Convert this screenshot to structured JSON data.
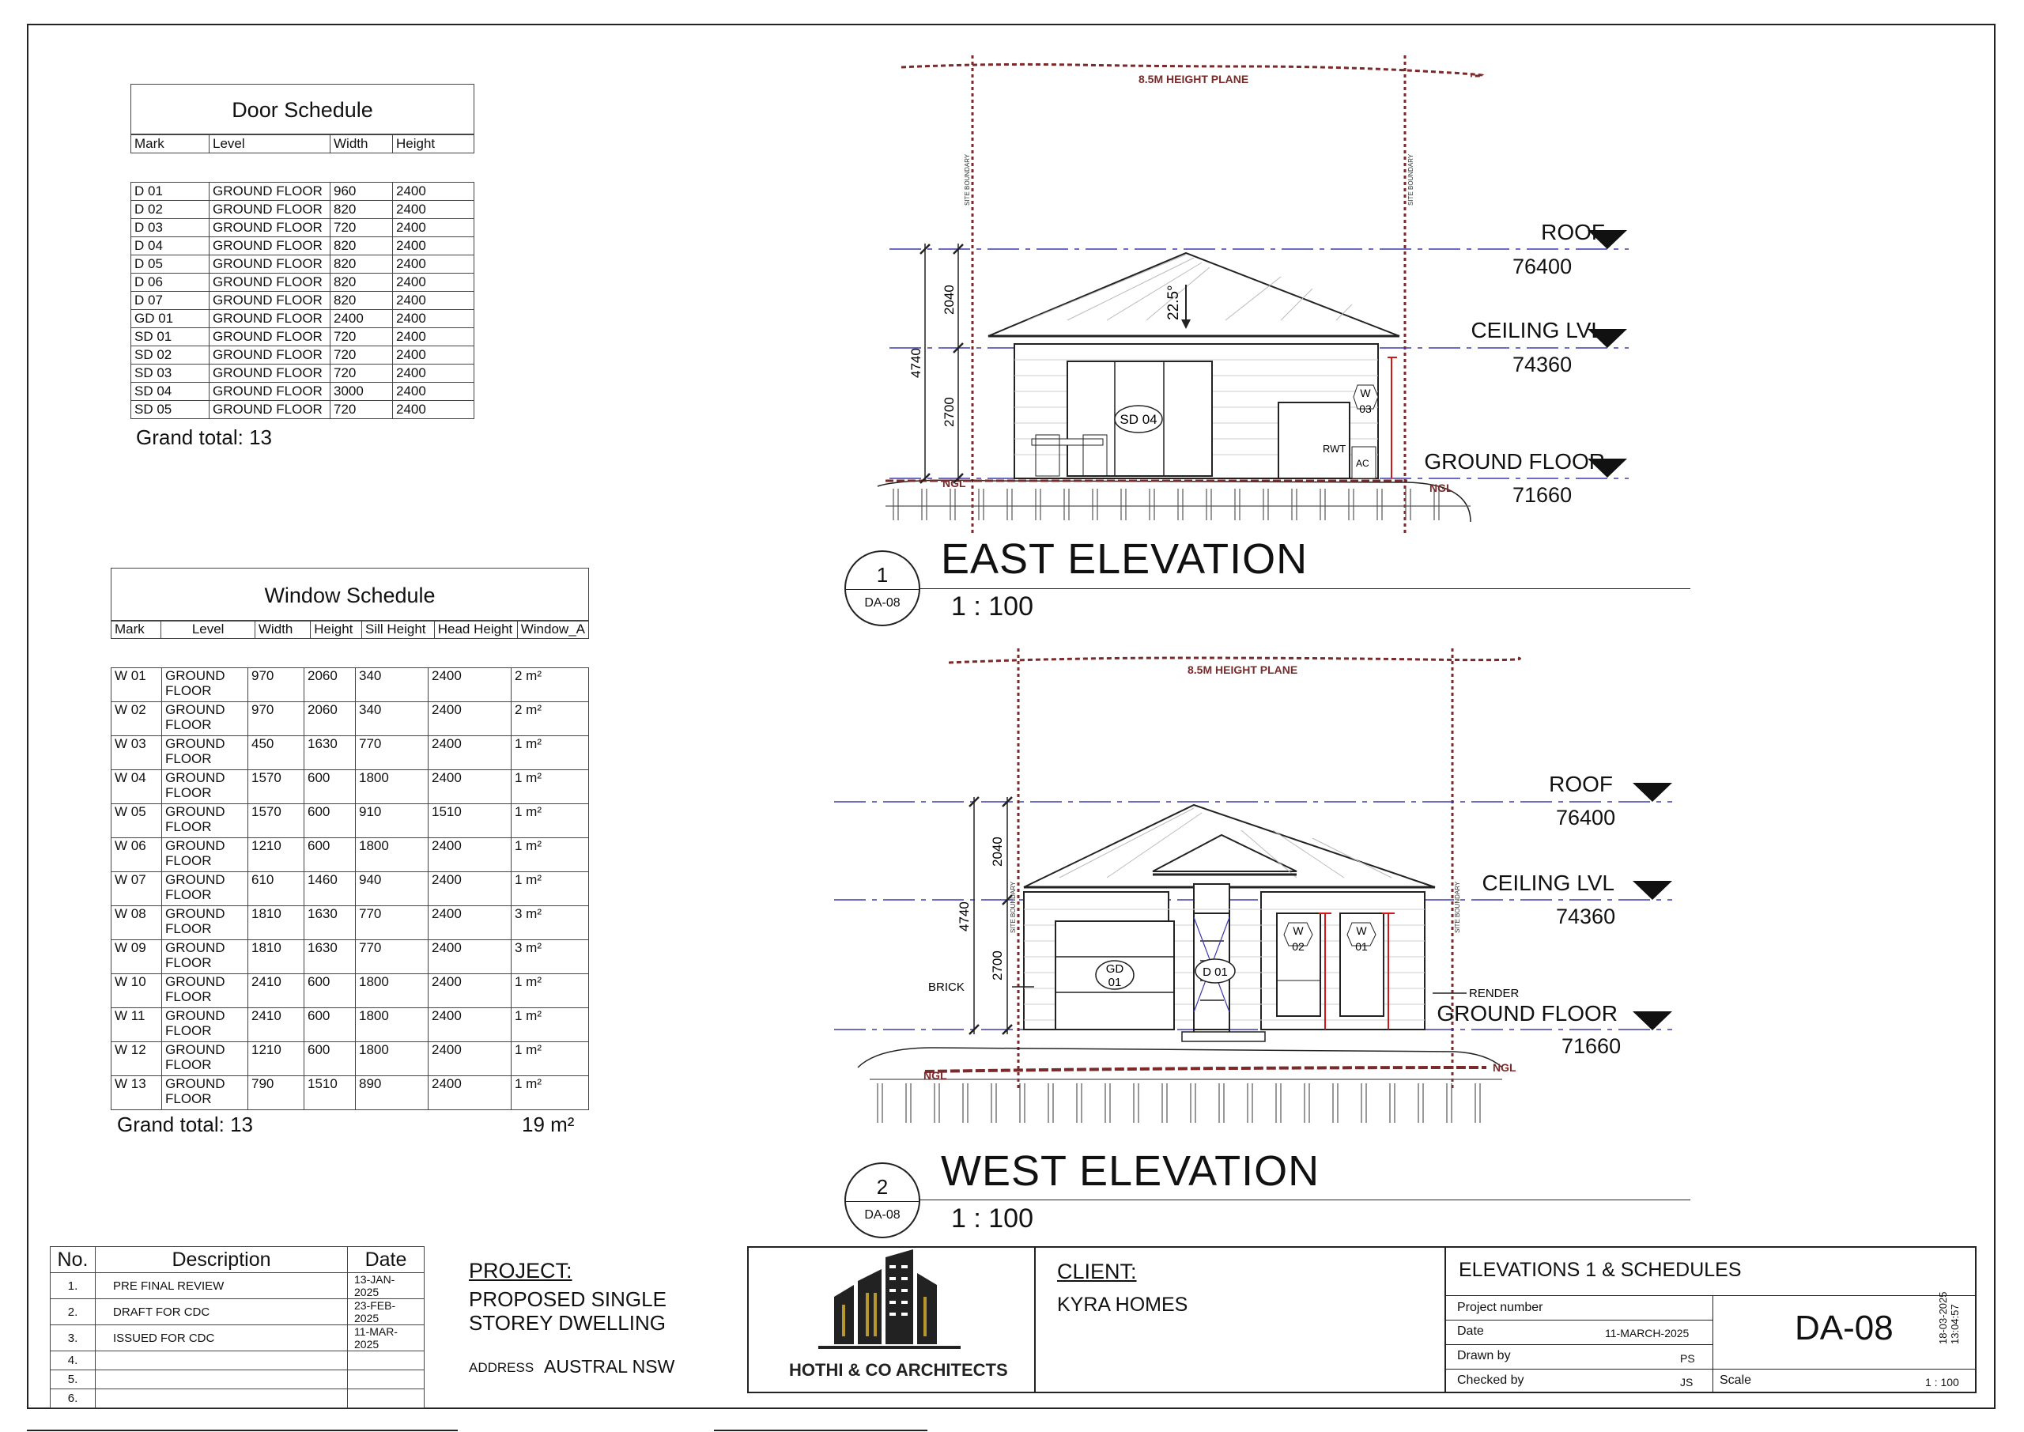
{
  "door_schedule": {
    "title": "Door Schedule",
    "columns": [
      "Mark",
      "Level",
      "Width",
      "Height"
    ],
    "rows": [
      [
        "D 01",
        "GROUND FLOOR",
        "960",
        "2400"
      ],
      [
        "D 02",
        "GROUND FLOOR",
        "820",
        "2400"
      ],
      [
        "D 03",
        "GROUND FLOOR",
        "720",
        "2400"
      ],
      [
        "D 04",
        "GROUND FLOOR",
        "820",
        "2400"
      ],
      [
        "D 05",
        "GROUND FLOOR",
        "820",
        "2400"
      ],
      [
        "D 06",
        "GROUND FLOOR",
        "820",
        "2400"
      ],
      [
        "D 07",
        "GROUND FLOOR",
        "820",
        "2400"
      ],
      [
        "GD 01",
        "GROUND FLOOR",
        "2400",
        "2400"
      ],
      [
        "SD 01",
        "GROUND FLOOR",
        "720",
        "2400"
      ],
      [
        "SD 02",
        "GROUND FLOOR",
        "720",
        "2400"
      ],
      [
        "SD 03",
        "GROUND FLOOR",
        "720",
        "2400"
      ],
      [
        "SD 04",
        "GROUND FLOOR",
        "3000",
        "2400"
      ],
      [
        "SD 05",
        "GROUND FLOOR",
        "720",
        "2400"
      ]
    ],
    "grand_total": "Grand total: 13"
  },
  "window_schedule": {
    "title": "Window Schedule",
    "columns": [
      "Mark",
      "Level",
      "Width",
      "Height",
      "Sill Height",
      "Head Height",
      "Window_A"
    ],
    "rows": [
      [
        "W 01",
        "GROUND FLOOR",
        "970",
        "2060",
        "340",
        "2400",
        "2 m²"
      ],
      [
        "W 02",
        "GROUND FLOOR",
        "970",
        "2060",
        "340",
        "2400",
        "2 m²"
      ],
      [
        "W 03",
        "GROUND FLOOR",
        "450",
        "1630",
        "770",
        "2400",
        "1 m²"
      ],
      [
        "W 04",
        "GROUND FLOOR",
        "1570",
        "600",
        "1800",
        "2400",
        "1 m²"
      ],
      [
        "W 05",
        "GROUND FLOOR",
        "1570",
        "600",
        "910",
        "1510",
        "1 m²"
      ],
      [
        "W 06",
        "GROUND FLOOR",
        "1210",
        "600",
        "1800",
        "2400",
        "1 m²"
      ],
      [
        "W 07",
        "GROUND FLOOR",
        "610",
        "1460",
        "940",
        "2400",
        "1 m²"
      ],
      [
        "W 08",
        "GROUND FLOOR",
        "1810",
        "1630",
        "770",
        "2400",
        "3 m²"
      ],
      [
        "W 09",
        "GROUND FLOOR",
        "1810",
        "1630",
        "770",
        "2400",
        "3 m²"
      ],
      [
        "W 10",
        "GROUND FLOOR",
        "2410",
        "600",
        "1800",
        "2400",
        "1 m²"
      ],
      [
        "W 11",
        "GROUND FLOOR",
        "2410",
        "600",
        "1800",
        "2400",
        "1 m²"
      ],
      [
        "W 12",
        "GROUND FLOOR",
        "1210",
        "600",
        "1800",
        "2400",
        "1 m²"
      ],
      [
        "W 13",
        "GROUND FLOOR",
        "790",
        "1510",
        "890",
        "2400",
        "1 m²"
      ]
    ],
    "grand_total": "Grand total: 13",
    "area_total": "19 m²"
  },
  "east_elevation": {
    "title": "EAST ELEVATION",
    "scale": "1 : 100",
    "marker_number": "1",
    "marker_ref": "DA-08",
    "height_plane": "8.5M HEIGHT PLANE",
    "roof_label": "ROOF",
    "roof_level": "76400",
    "ceiling_label": "CEILING LVL",
    "ceiling_level": "74360",
    "ground_label": "GROUND FLOOR",
    "ground_level": "71660",
    "dim_roof": "2040",
    "dim_wall": "2700",
    "dim_total": "4740",
    "pitch": "22.5°",
    "door_tag": "SD 04",
    "window_tag_a": "W",
    "window_tag_b": "03",
    "rwt": "RWT",
    "ac": "AC",
    "ngl": "NGL",
    "site_boundary": "SITE BOUNDARY"
  },
  "west_elevation": {
    "title": "WEST ELEVATION",
    "scale": "1 : 100",
    "marker_number": "2",
    "marker_ref": "DA-08",
    "height_plane": "8.5M HEIGHT PLANE",
    "roof_label": "ROOF",
    "roof_level": "76400",
    "ceiling_label": "CEILING LVL",
    "ceiling_level": "74360",
    "ground_label": "GROUND FLOOR",
    "ground_level": "71660",
    "dim_roof": "2040",
    "dim_wall": "2700",
    "dim_total": "4740",
    "garage_tag_a": "GD",
    "garage_tag_b": "01",
    "door_tag": "D 01",
    "w02_a": "W",
    "w02_b": "02",
    "w01_a": "W",
    "w01_b": "01",
    "brick": "BRICK",
    "render": "RENDER",
    "ngl": "NGL",
    "site_boundary": "SITE BOUNDARY"
  },
  "revisions": {
    "headers": [
      "No.",
      "Description",
      "Date"
    ],
    "rows": [
      [
        "1.",
        "PRE FINAL REVIEW",
        "13-JAN-2025"
      ],
      [
        "2.",
        "DRAFT FOR CDC",
        "23-FEB-2025"
      ],
      [
        "3.",
        "ISSUED FOR CDC",
        "11-MAR-2025"
      ],
      [
        "4.",
        "",
        ""
      ],
      [
        "5.",
        "",
        ""
      ],
      [
        "6.",
        "",
        ""
      ]
    ]
  },
  "project": {
    "label": "PROJECT:",
    "line1": "PROPOSED SINGLE",
    "line2": "STOREY DWELLING",
    "address_label": "ADDRESS",
    "address": "AUSTRAL NSW"
  },
  "firm": {
    "name": "HOTHI & CO ARCHITECTS"
  },
  "client": {
    "label": "CLIENT:",
    "name": "KYRA HOMES"
  },
  "title_block": {
    "sheet_title": "ELEVATIONS 1 & SCHEDULES",
    "project_number_label": "Project number",
    "date_label": "Date",
    "date": "11-MARCH-2025",
    "drawn_by_label": "Drawn by",
    "drawn_by": "PS",
    "checked_by_label": "Checked by",
    "checked_by": "JS",
    "sheet_number": "DA-08",
    "scale_label": "Scale",
    "scale": "1 : 100"
  },
  "print_stamp": "18-03-2025 13:04:57",
  "colors": {
    "boundary": "#7a2a2a",
    "level_line": "#3b3bb0",
    "dimension_red": "#d01818",
    "logo_gold": "#b8962e"
  }
}
